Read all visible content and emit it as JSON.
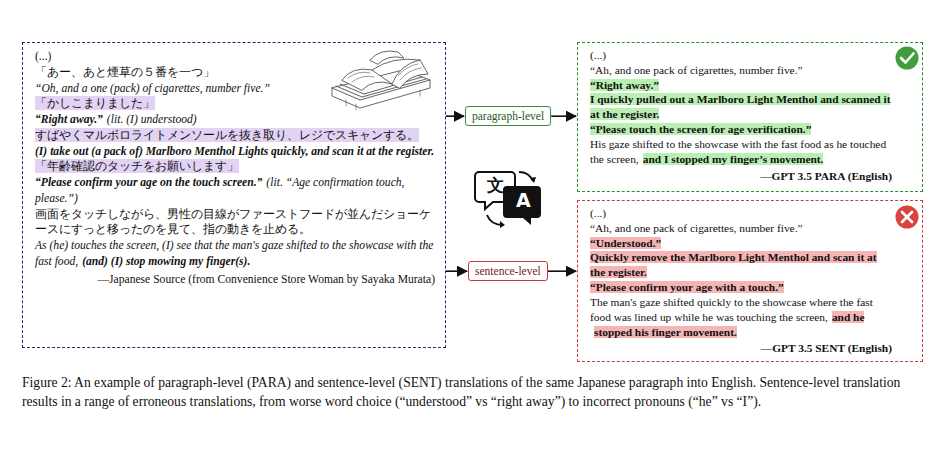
{
  "diagram": {
    "caption": "Figure 2: An example of paragraph-level (PARA) and sentence-level (SENT) translations of the same Japanese paragraph into English. Sentence-level translation results in a range of erroneous translations, from worse word choice (“understood” vs “right away”) to incorrect pronouns (“he” vs “I”).",
    "nodes": [
      {
        "text": [
          "(...)",
          "「あー、あと煙草の５番を一つ」",
          "“Oh, and a one (pack) of cigarettes, number five.”",
          "「かしこまりました」",
          "“Right away.”",
          "(lit. (I) understood)",
          "すばやくマルボロライトメンソールを抜き取り、レジでスキャンする。",
          "(I) take out (a pack of) Marlboro Menthol Lights quickly, and scan it at the register.",
          "「年齢確認のタッチをお願いします」",
          "“Please confirm your age on the touch screen.”",
          "(lit. “Age confirmation touch, please.”)",
          "画面をタッチしながら、男性の目線がファーストフードが並んだショーケースにすっと移ったのを見て、指の動きを止める。",
          "As (he) touches the screen, (I) see that the man's gaze shifted to the showcase with the fast food,",
          "(and) (I) stop mowing my finger(s).",
          "—Japanese Source (from Convenience Store Woman by Sayaka Murata)"
        ]
      },
      {
        "text": [
          "paragraph-level"
        ]
      },
      {
        "text": [
          "sentence-level"
        ]
      },
      {
        "text": [
          "(...)",
          "“Ah, and one pack of cigarettes, number five.”",
          "“Right away.”",
          "I quickly pulled out a Marlboro Light Menthol and scanned it at the register.",
          "“Please touch the screen for age verification.”",
          "His gaze shifted to the showcase with the fast food as he touched the screen,",
          "and I stopped my finger’s movement.",
          "—GPT 3.5 PARA (English)"
        ]
      },
      {
        "text": [
          "(...)",
          "“Ah, and one pack of cigarettes, number five.”",
          "“Understood.”",
          "Quickly remove the Marlboro Light Menthol and scan it at the register.",
          "“Please confirm your age with a touch.”",
          "The man's gaze shifted quickly to the showcase where the fast food was lined up while he was touching the screen,",
          "and he stopped his finger movement.",
          "—GPT 3.5 SENT (English)"
        ]
      }
    ],
    "edges": [
      {
        "from": 0,
        "to": 1,
        "arrow": "to"
      },
      {
        "from": 1,
        "to": 3,
        "arrow": "to"
      },
      {
        "from": 0,
        "to": 2,
        "arrow": "to"
      },
      {
        "from": 2,
        "to": 4,
        "arrow": "to"
      }
    ],
    "labels": [
      "文",
      "A"
    ]
  }
}
